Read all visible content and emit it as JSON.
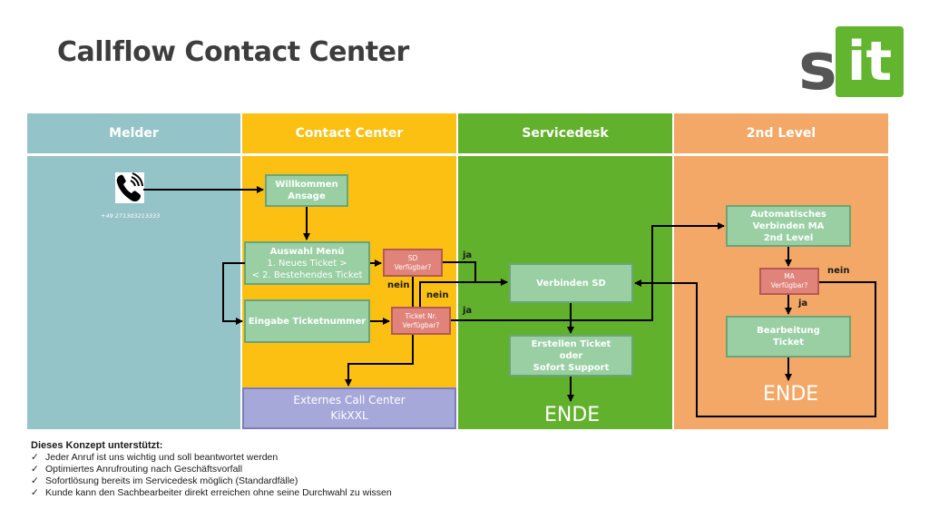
{
  "title": "Callflow Contact Center",
  "logo": {
    "letter1": "s",
    "letter2": "it",
    "brand_color": "#63b42e"
  },
  "lanes": [
    {
      "label": "Melder",
      "color": "#94c3c8"
    },
    {
      "label": "Contact Center",
      "color": "#fbc012"
    },
    {
      "label": "Servicedesk",
      "color": "#62b12c"
    },
    {
      "label": "2nd Level",
      "color": "#f3a868"
    }
  ],
  "melder": {
    "icon": "phone-ringing-icon",
    "phone_number": "+49 271303213333"
  },
  "boxes": {
    "willkommen": [
      "Willkommen",
      "Ansage"
    ],
    "auswahl": {
      "title": "Auswahl Menü",
      "lines": [
        "1. Neues Ticket >",
        "< 2. Bestehendes Ticket"
      ]
    },
    "eingabe": "Eingabe Ticketnummer",
    "sd_check": [
      "SD",
      "Verfügbar?"
    ],
    "ticket_check": [
      "Ticket Nr.",
      "Verfügbar?"
    ],
    "extern": [
      "Externes Call Center",
      "KikXXL"
    ],
    "verbinden_sd": "Verbinden SD",
    "erstellen": [
      "Erstellen Ticket",
      "oder",
      "Sofort Support"
    ],
    "auto_verbinden": [
      "Automatisches",
      "Verbinden MA",
      "2nd Level"
    ],
    "ma_check": [
      "MA",
      "Verfügbar?"
    ],
    "bearbeitung": [
      "Bearbeitung",
      "Ticket"
    ]
  },
  "end_labels": {
    "sd": "ENDE",
    "second": "ENDE"
  },
  "edge_labels": {
    "sd_ja": "ja",
    "sd_nein": "nein",
    "ticket_nein": "nein",
    "ticket_ja": "ja",
    "ma_nein": "nein",
    "ma_ja": "ja"
  },
  "notes": {
    "heading": "Dieses Konzept unterstützt:",
    "check_glyph": "✓",
    "items": [
      "Jeder Anruf ist uns wichtig und soll beantwortet werden",
      "Optimiertes Anrufrouting nach Geschäftsvorfall",
      "Sofortlösung bereits im Servicedesk möglich (Standardfälle)",
      "Kunde kann den Sachbearbeiter direkt erreichen ohne seine Durchwahl zu wissen"
    ]
  }
}
